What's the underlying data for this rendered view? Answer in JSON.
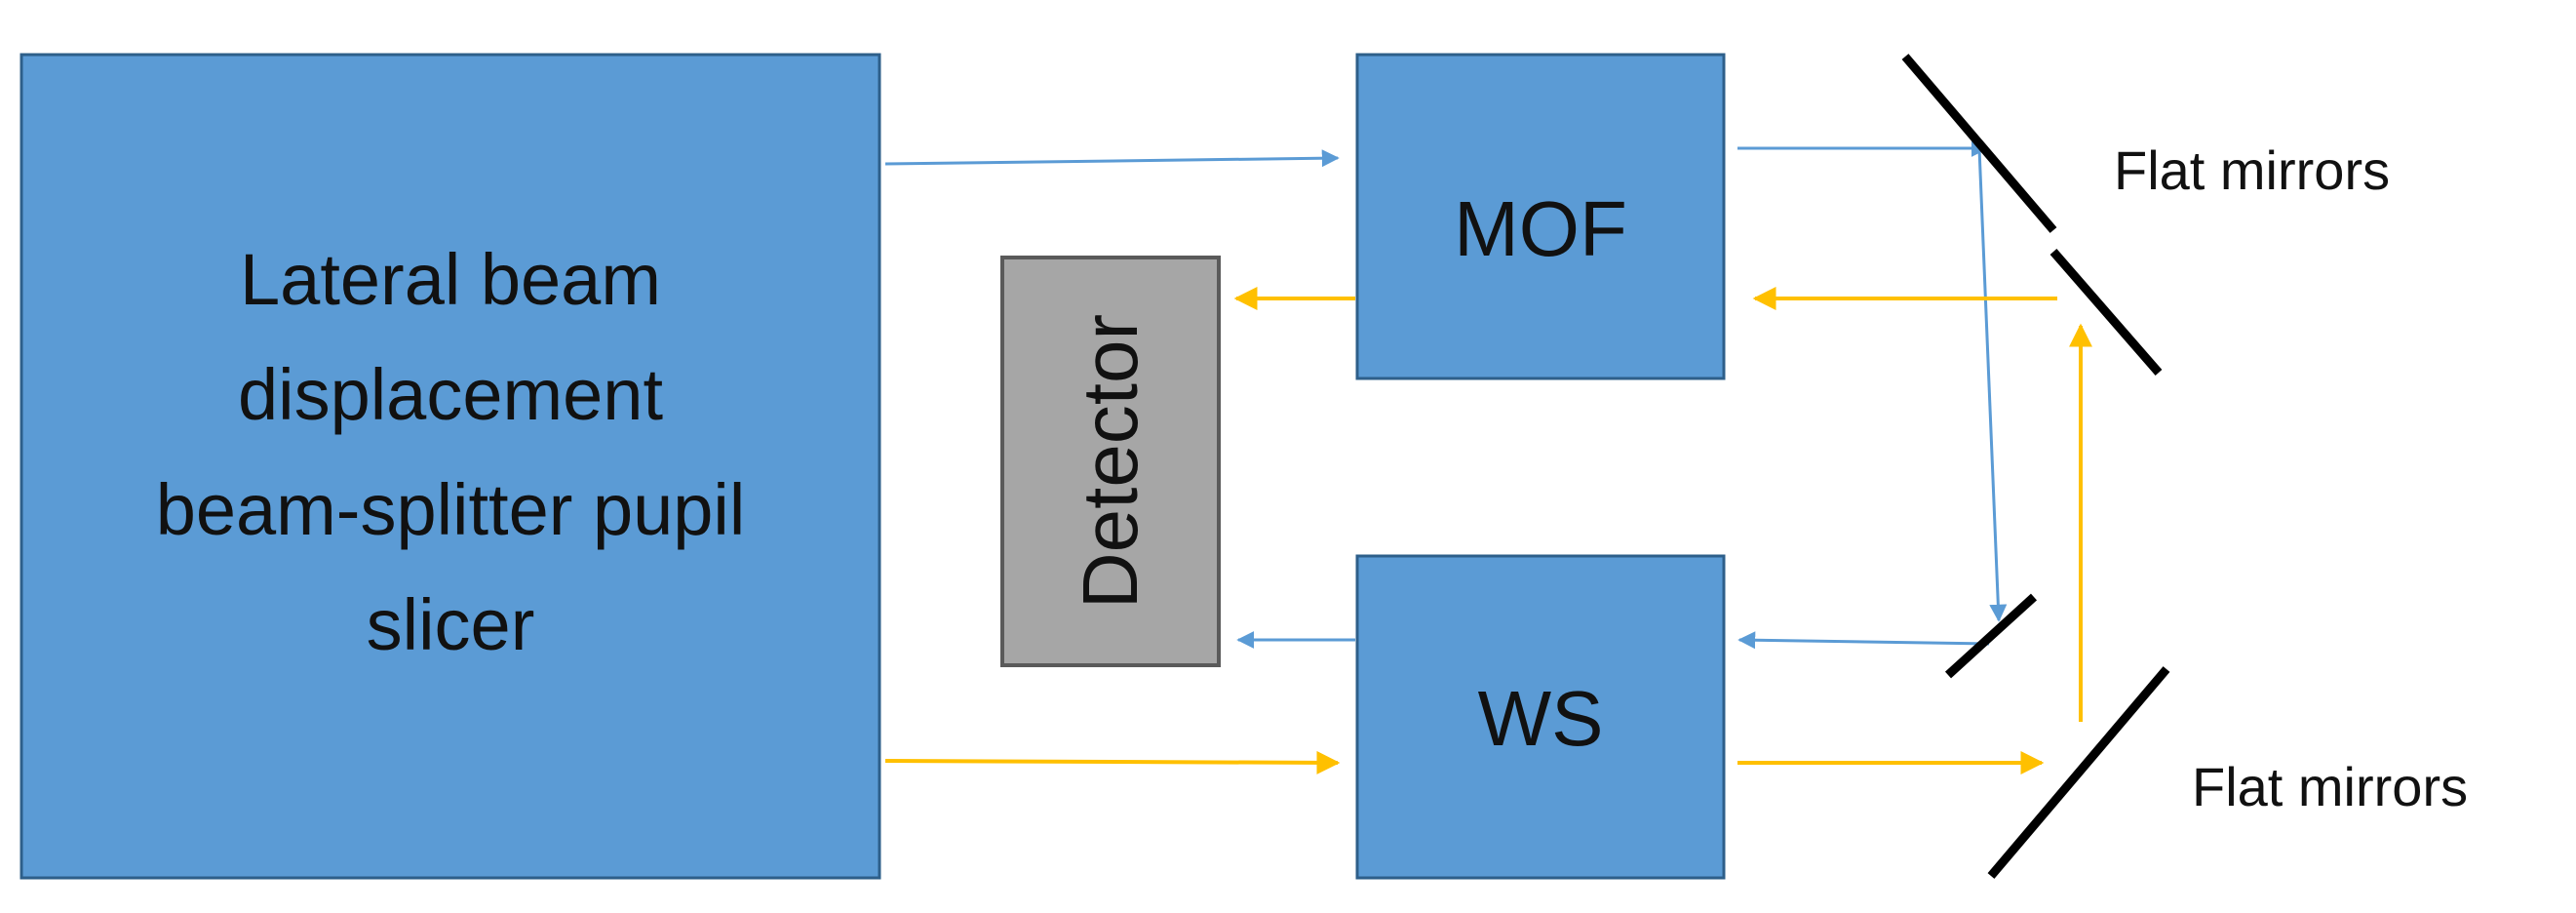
{
  "blocks": {
    "slicer": {
      "lines": [
        "Lateral beam",
        "displacement",
        "beam-splitter pupil",
        "slicer"
      ]
    },
    "mof": {
      "label": "MOF"
    },
    "ws": {
      "label": "WS"
    },
    "detector": {
      "label": "Detector"
    }
  },
  "labels": {
    "mirrors_top": "Flat mirrors",
    "mirrors_bottom": "Flat mirrors"
  },
  "colors": {
    "block_fill": "#5b9bd5",
    "block_stroke": "#2e5f8a",
    "detector_fill": "#a6a6a6",
    "detector_stroke": "#5a5a5a",
    "beam_blue": "#5b9bd5",
    "beam_yellow": "#ffc000",
    "mirror": "#000000"
  }
}
